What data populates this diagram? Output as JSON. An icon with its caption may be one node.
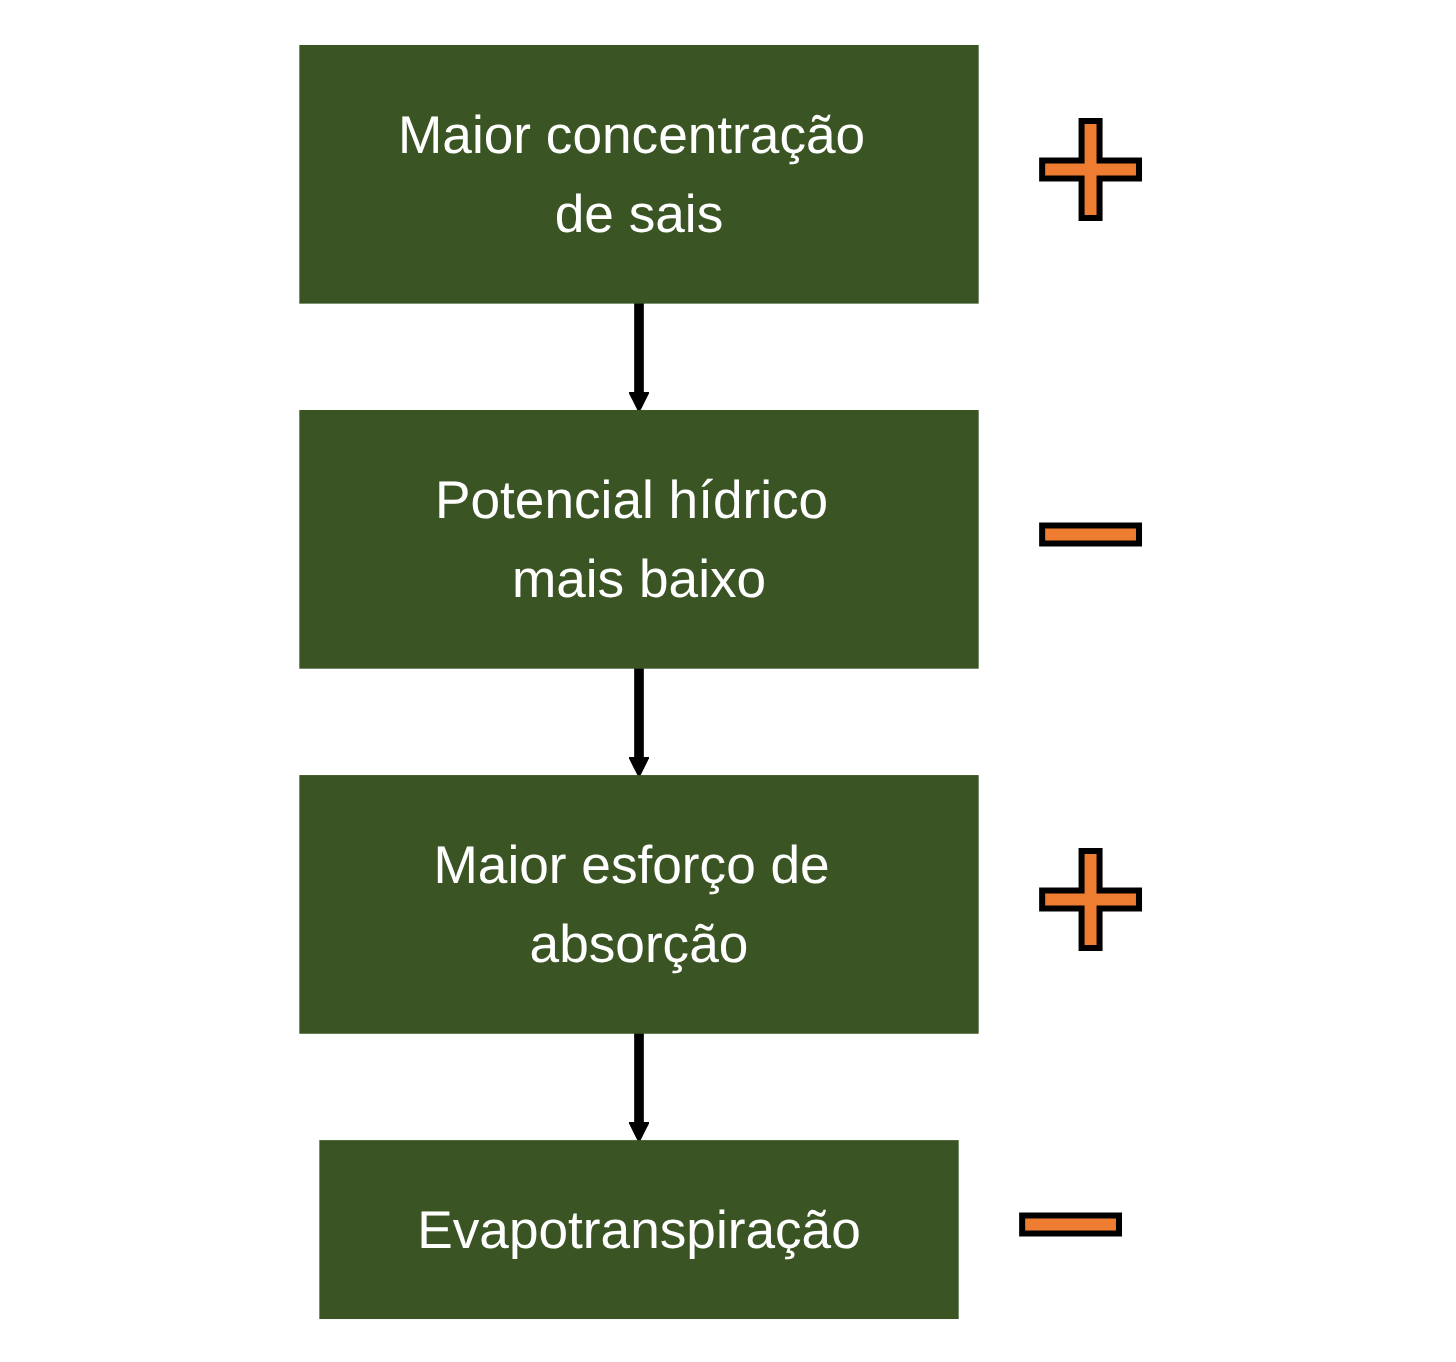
{
  "diagram": {
    "nodes": [
      {
        "text": [
          "Maior concentração de sais"
        ],
        "beside": [
          "+"
        ]
      },
      {
        "text": [
          "Potencial hídrico mais baixo"
        ],
        "beside": [
          "−"
        ]
      },
      {
        "text": [
          "Maior esforço de absorção"
        ],
        "beside": [
          "+"
        ]
      },
      {
        "text": [
          "Evapotranspiração"
        ],
        "beside": [
          "−"
        ]
      }
    ],
    "edges": [
      {
        "from": 0,
        "to": 1,
        "arrow": "to"
      },
      {
        "from": 1,
        "to": 2,
        "arrow": "to"
      },
      {
        "from": 2,
        "to": 3,
        "arrow": "to"
      }
    ]
  }
}
